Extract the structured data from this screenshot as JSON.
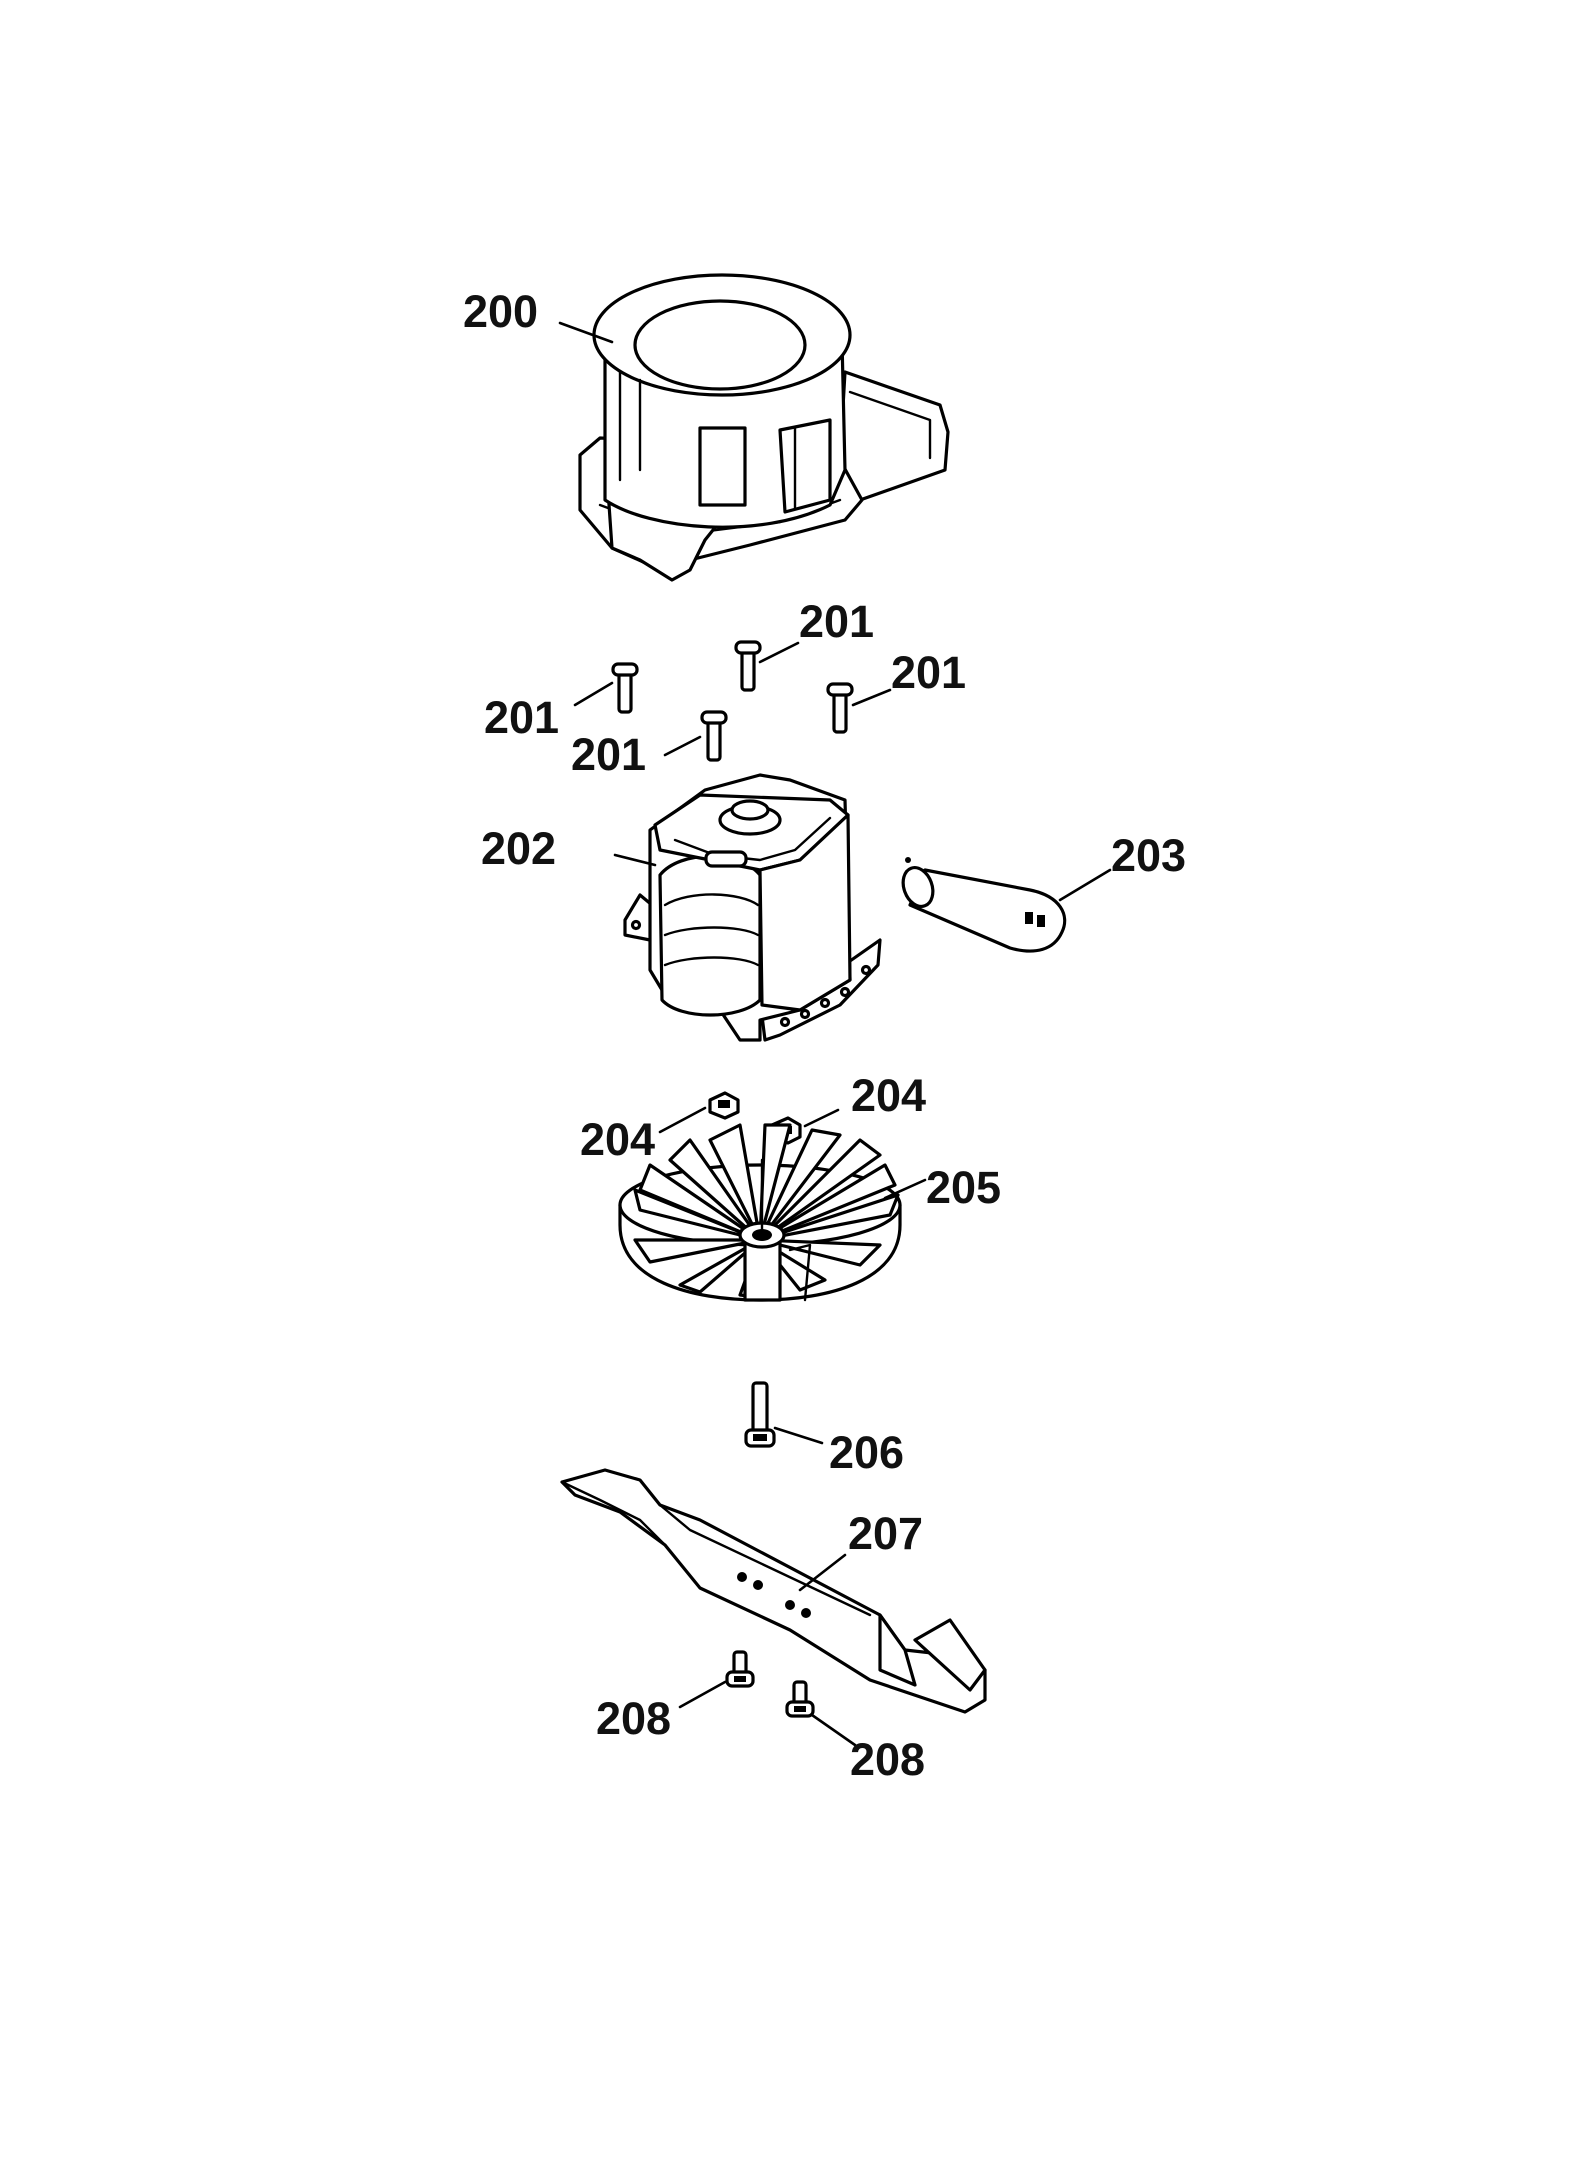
{
  "labels": {
    "l200": "200",
    "l201a": "201",
    "l201b": "201",
    "l201c": "201",
    "l201d": "201",
    "l202": "202",
    "l203": "203",
    "l204a": "204",
    "l204b": "204",
    "l205": "205",
    "l206": "206",
    "l207": "207",
    "l208a": "208",
    "l208b": "208"
  }
}
